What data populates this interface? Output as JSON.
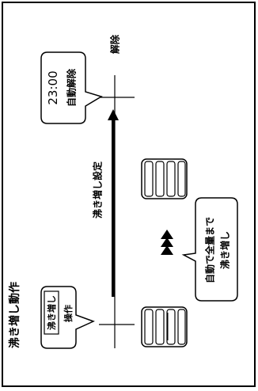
{
  "title": "沸き増し動作",
  "start_button": "沸き増し",
  "start_label": "操作",
  "axis_label": "沸き増し設定",
  "end_time": "23:00",
  "end_auto": "自動解除",
  "end_label": "解除",
  "note_line1": "自動で全量まで",
  "note_line2": "沸き増し",
  "colors": {
    "ink": "#000000",
    "paper": "#ffffff"
  }
}
